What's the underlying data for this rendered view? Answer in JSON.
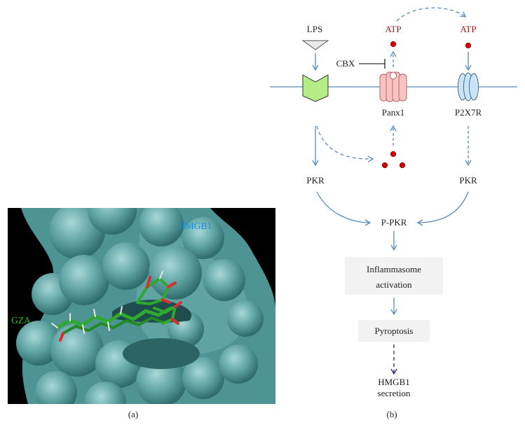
{
  "panel_a": {
    "caption": "(a)",
    "protein_label": "HMGB1",
    "ligand_label": "GZA",
    "colors": {
      "background": "#000000",
      "protein_surface": "#5fa3a3",
      "protein_label": "#1e90d6",
      "ligand_label": "#22c022",
      "ligand": "#2fa82f"
    }
  },
  "panel_b": {
    "caption": "(b)",
    "nodes": {
      "lps": "LPS",
      "atp_left": "ATP",
      "atp_right": "ATP",
      "cbx": "CBX",
      "panx1": "Panx1",
      "p2x7r": "P2X7R",
      "pkr_left": "PKR",
      "pkr_right": "PKR",
      "p_pkr": "P-PKR",
      "inflammasome_line1": "Inflammasome",
      "inflammasome_line2": "activation",
      "pyroptosis": "Pyroptosis",
      "hmgb1_line1": "HMGB1",
      "hmgb1_line2": "secretion"
    },
    "colors": {
      "arrow": "#5b89b8",
      "atp_text": "#a11a1a",
      "atp_dot": "#d10000",
      "receptor": "#b5ec85",
      "panx1_fill": "#f7c3c3",
      "p2x7r_fill": "#c9e4f7",
      "box_fill": "#f2f2f2",
      "final_arrow": "#1f2f6b"
    }
  }
}
